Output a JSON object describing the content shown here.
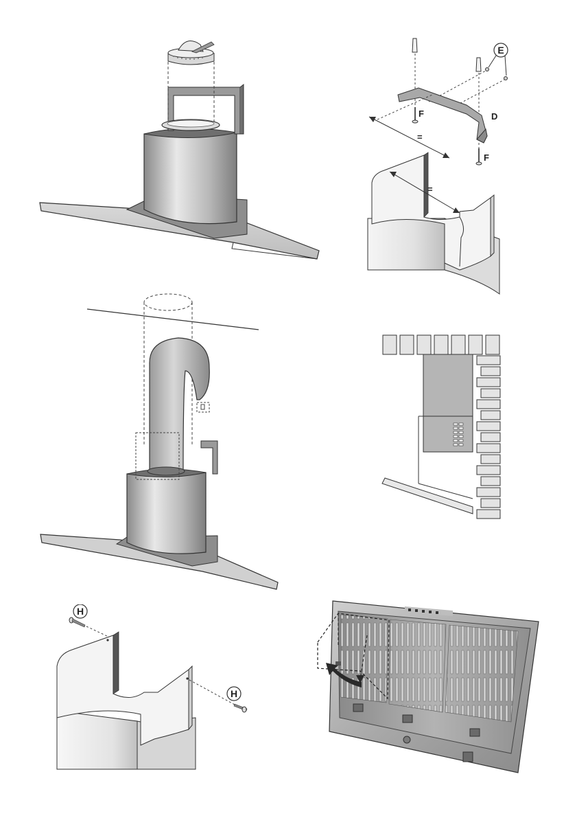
{
  "figures": [
    {
      "id": "fig-filter-adapter"
    },
    {
      "id": "fig-bracket-mount",
      "labels": {
        "e": "E",
        "f1": "F",
        "f2": "F",
        "d": "D",
        "eq1": "=",
        "eq2": "="
      }
    },
    {
      "id": "fig-duct-connection"
    },
    {
      "id": "fig-wall-side-view"
    },
    {
      "id": "fig-chimney-screws",
      "labels": {
        "h1": "H",
        "h2": "H"
      }
    },
    {
      "id": "fig-grease-filter-removal"
    }
  ],
  "colors": {
    "steel_light": "#e6e6e6",
    "steel_mid": "#b9b9b9",
    "steel_dark": "#7a7a7a",
    "line": "#333333"
  }
}
